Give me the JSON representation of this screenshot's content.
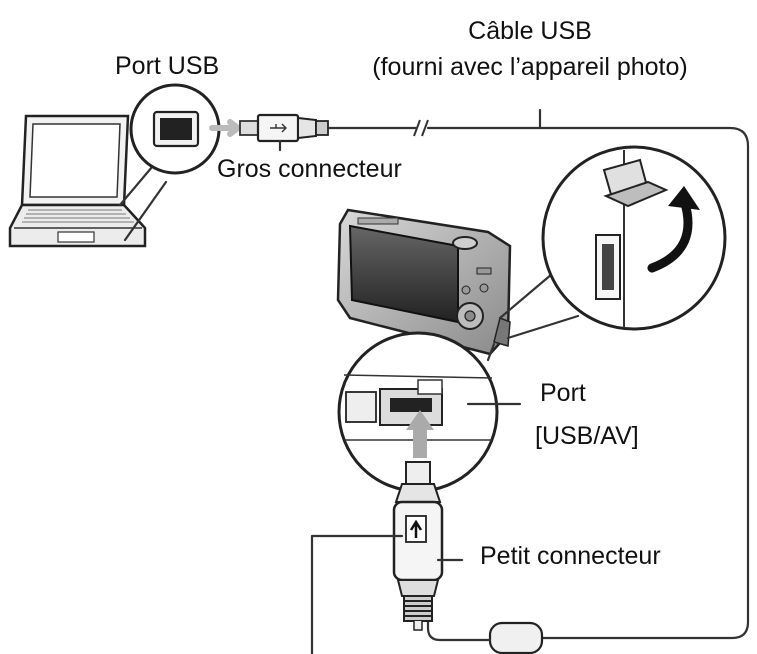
{
  "labels": {
    "port_usb": "Port USB",
    "cable_title": "Câble USB",
    "cable_sub": "(fourni avec l’appareil photo)",
    "large_connector": "Gros connecteur",
    "port_line1": "Port",
    "port_line2": "[USB/AV]",
    "small_connector": "Petit connecteur"
  },
  "icons": [
    "laptop-icon",
    "camera-icon",
    "usb-symbol-icon",
    "curved-arrow-icon",
    "up-arrow-icon"
  ]
}
